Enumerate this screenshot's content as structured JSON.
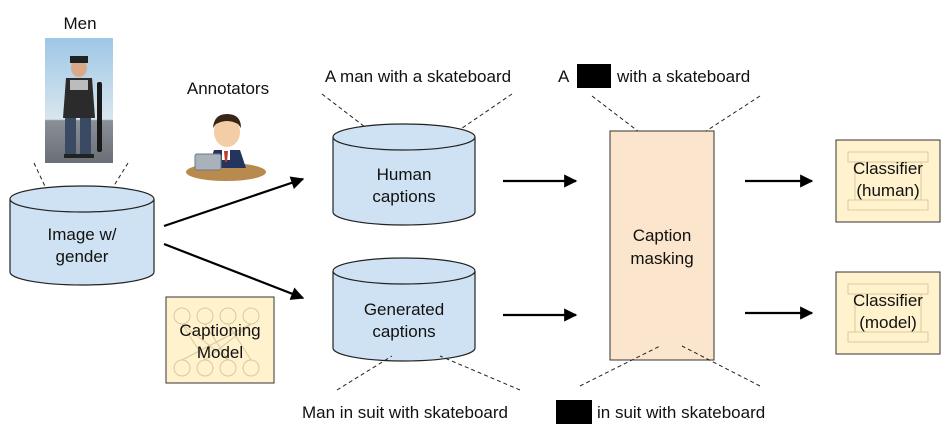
{
  "photo_label": "Men",
  "annotators_label": "Annotators",
  "image_db": {
    "line1": "Image w/",
    "line2": "gender"
  },
  "captioning_model": {
    "line1": "Captioning",
    "line2": "Model"
  },
  "human_db": {
    "line1": "Human",
    "line2": "captions"
  },
  "generated_db": {
    "line1": "Generated",
    "line2": "captions"
  },
  "masking": {
    "line1": "Caption",
    "line2": "masking"
  },
  "classifier_human": {
    "line1": "Classifier",
    "line2": "(human)"
  },
  "classifier_model": {
    "line1": "Classifier",
    "line2": "(model)"
  },
  "caption_human": "A man with a skateboard",
  "caption_generated": "Man in suit with skateboard",
  "masked_human": {
    "prefix": "A",
    "suffix": "with a skateboard"
  },
  "masked_generated": {
    "suffix": "in suit with skateboard"
  },
  "colors": {
    "database_fill": "#cfe2f3",
    "masking_fill": "#fce5cd",
    "classifier_fill": "#fff2cc"
  },
  "icons": [
    "photo-of-man-with-skateboard",
    "annotator-person-laptop-icon",
    "neural-network-icon"
  ]
}
